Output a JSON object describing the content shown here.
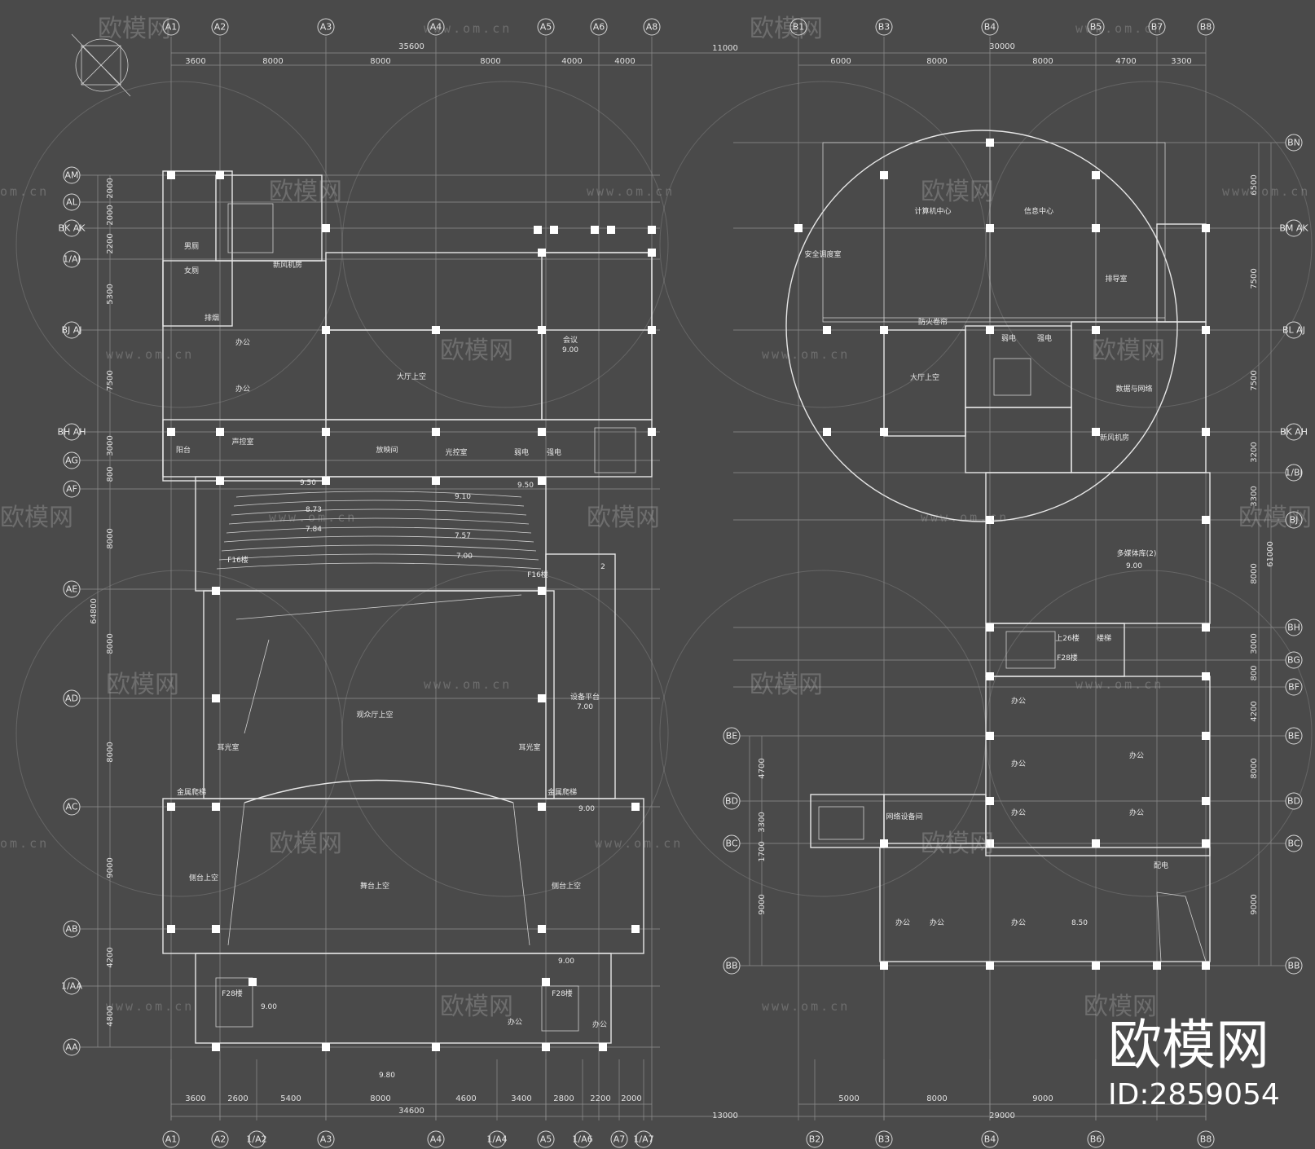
{
  "watermark": {
    "brand": "欧模网",
    "url": "www.om.cn",
    "url_short": "om.cn",
    "id_label": "ID:2859054"
  },
  "left_plan": {
    "top_axes": [
      "A1",
      "A2",
      "A3",
      "A4",
      "A5",
      "A6",
      "A8"
    ],
    "bottom_axes": [
      "A1",
      "A2",
      "1/A2",
      "A3",
      "A4",
      "1/A4",
      "A5",
      "1/A6",
      "A7",
      "1/A7"
    ],
    "side_axes": [
      "AM",
      "AL",
      "BK AK",
      "1/AJ",
      "BJ AJ",
      "BH AH",
      "AG",
      "AF",
      "AE",
      "AD",
      "AC",
      "AB",
      "1/AA",
      "AA"
    ],
    "top_dims_total": "35600",
    "top_dims": [
      "3600",
      "8000",
      "8000",
      "8000",
      "4000",
      "4000"
    ],
    "bottom_dims": [
      "3600",
      "2600",
      "5400",
      "8000",
      "4600",
      "3400",
      "2800",
      "2200",
      "2000"
    ],
    "bottom_dims_total": "34600",
    "side_dims": [
      "2000",
      "2000",
      "2200",
      "5300",
      "7500",
      "3000",
      "800",
      "8000",
      "8000",
      "8000",
      "9000",
      "4200",
      "4800"
    ],
    "side_total": "64800",
    "rooms": [
      "大厅上空",
      "会议",
      "9.00",
      "办公",
      "办公",
      "声控室",
      "阳台",
      "放映间",
      "光控室",
      "弱电",
      "强电",
      "观众厅上空",
      "舞台上空",
      "侧台上空",
      "侧台上空",
      "耳光室",
      "耳光室",
      "设备平台",
      "7.00",
      "9.50",
      "9.50",
      "9.00",
      "9.00",
      "9.00",
      "9.80",
      "F16楼",
      "F16楼",
      "F28楼",
      "F28楼",
      "2",
      "办公",
      "办公",
      "新风机房",
      "排烟",
      "男厕",
      "女厕",
      "金属爬梯",
      "金属爬梯",
      "9.10",
      "8.73",
      "7.84",
      "7.00",
      "7.57",
      "9.00"
    ]
  },
  "right_plan": {
    "top_axes": [
      "B1",
      "B3",
      "B4",
      "B5",
      "B7",
      "B8"
    ],
    "bottom_axes": [
      "B2",
      "B3",
      "B4",
      "B6",
      "B8"
    ],
    "side_axes": [
      "BN",
      "BM AK",
      "BL AJ",
      "BK AH",
      "1/BJ",
      "BJ",
      "BH",
      "BG",
      "BF",
      "BE",
      "BD",
      "BC",
      "BB"
    ],
    "left_axes": [
      "BE",
      "BD",
      "BC",
      "BB"
    ],
    "top_dims_total": "30000",
    "top_dims": [
      "6000",
      "8000",
      "8000",
      "4700",
      "3300"
    ],
    "gap_top": "11000",
    "gap_bottom": "13000",
    "bottom_dims": [
      "5000",
      "8000",
      "9000"
    ],
    "bottom_dims_total": "29000",
    "side_dims": [
      "6500",
      "7500",
      "7500",
      "3200",
      "3300",
      "8000",
      "3000",
      "800",
      "4200",
      "8000",
      "9000"
    ],
    "side_total": "61000",
    "left_dims": [
      "4700",
      "3300",
      "1700",
      "9000"
    ],
    "rooms": [
      "计算机中心",
      "信息中心",
      "安全调度室",
      "排导室",
      "大厅上空",
      "防火卷帘",
      "弱电",
      "强电",
      "新风机房",
      "数据与网络",
      "多媒体库(2)",
      "9.00",
      "上26楼",
      "F28楼",
      "网络设备间",
      "办公",
      "办公",
      "办公",
      "办公",
      "办公",
      "办公",
      "办公",
      "办公",
      "8.50",
      "配电",
      "楼梯"
    ]
  }
}
